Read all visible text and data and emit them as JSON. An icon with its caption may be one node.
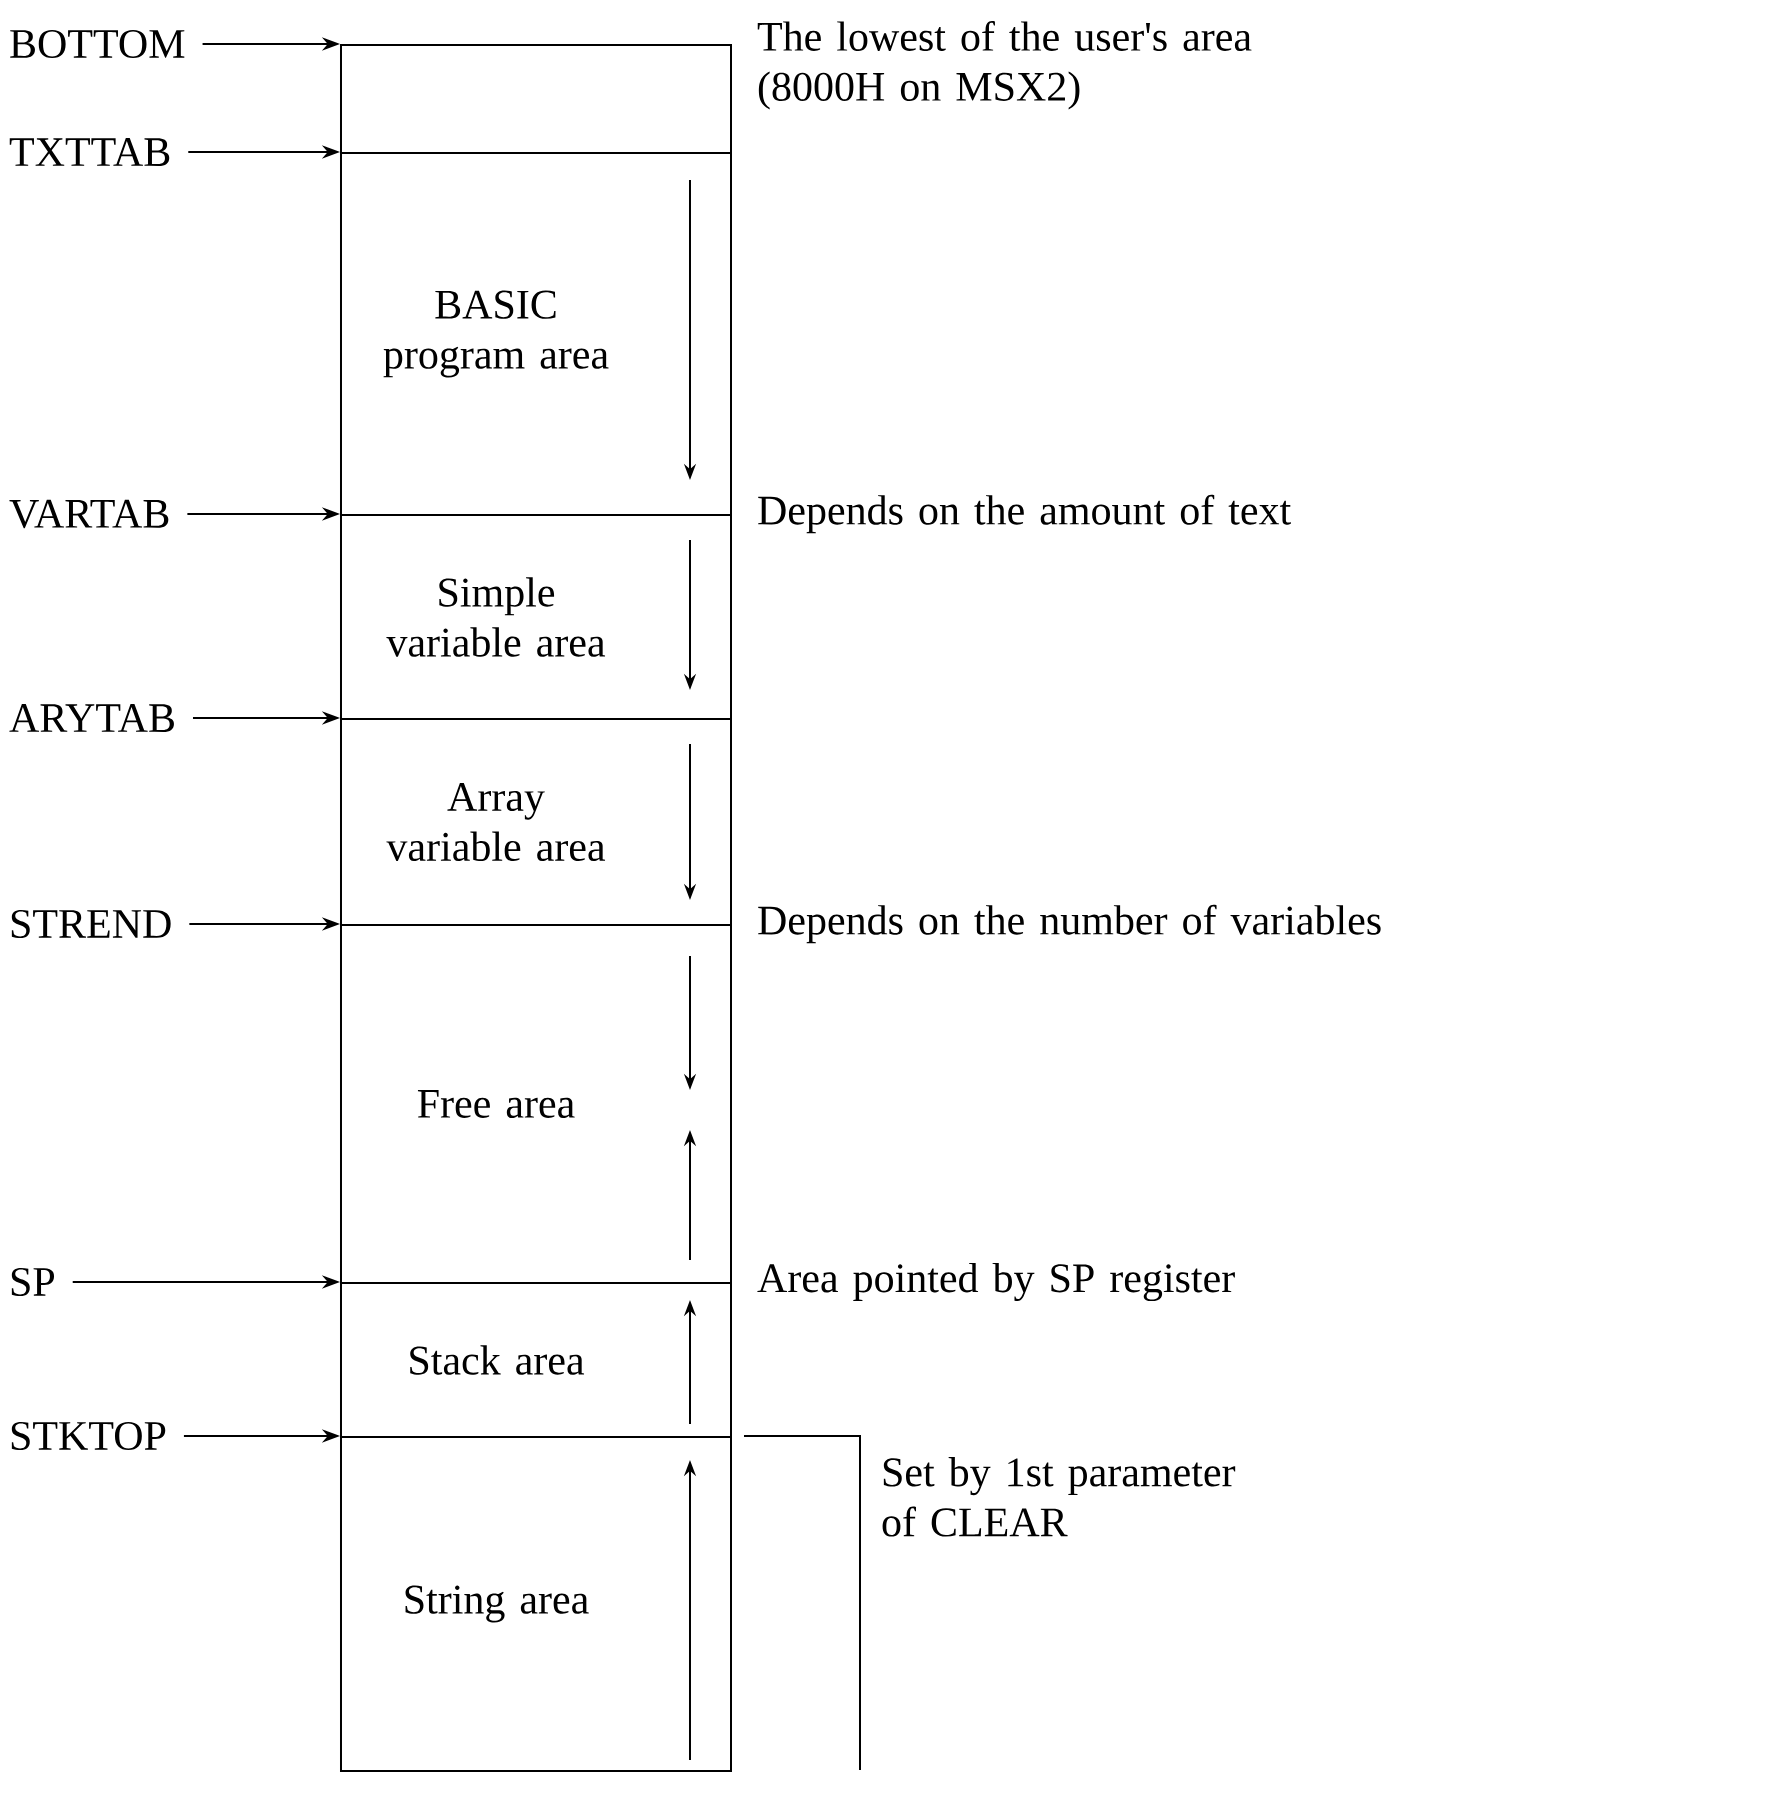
{
  "diagram": {
    "nodes": [
      {
        "text": [
          "BOTTOM"
        ]
      },
      {
        "text": [
          "TXTTAB"
        ]
      },
      {
        "text": [
          "VARTAB"
        ]
      },
      {
        "text": [
          "ARYTAB"
        ]
      },
      {
        "text": [
          "STREND"
        ]
      },
      {
        "text": [
          "SP"
        ]
      },
      {
        "text": [
          "STKTOP"
        ]
      },
      {
        "text": [],
        "shape": "box"
      },
      {
        "text": [
          "BASIC program area"
        ]
      },
      {
        "text": [
          "Simple variable area"
        ]
      },
      {
        "text": [
          "Array variable area"
        ]
      },
      {
        "text": [
          "Free area"
        ]
      },
      {
        "text": [
          "Stack area"
        ]
      },
      {
        "text": [
          "String area"
        ]
      }
    ],
    "edges": [
      {
        "from": 0,
        "to": 7,
        "arrow": "to"
      },
      {
        "from": 1,
        "to": 8,
        "arrow": "to"
      },
      {
        "from": 2,
        "to": 9,
        "arrow": "to"
      },
      {
        "from": 3,
        "to": 10,
        "arrow": "to"
      },
      {
        "from": 4,
        "to": 11,
        "arrow": "to"
      },
      {
        "from": 5,
        "to": 12,
        "arrow": "to"
      },
      {
        "from": 6,
        "to": 13,
        "arrow": "to"
      }
    ],
    "labels": [
      "The lowest of the user's area (8000H on MSX2)",
      "Depends on the amount of text",
      "Depends on the number of variables",
      "Area pointed by SP register",
      "Set by 1st parameter of CLEAR"
    ]
  }
}
